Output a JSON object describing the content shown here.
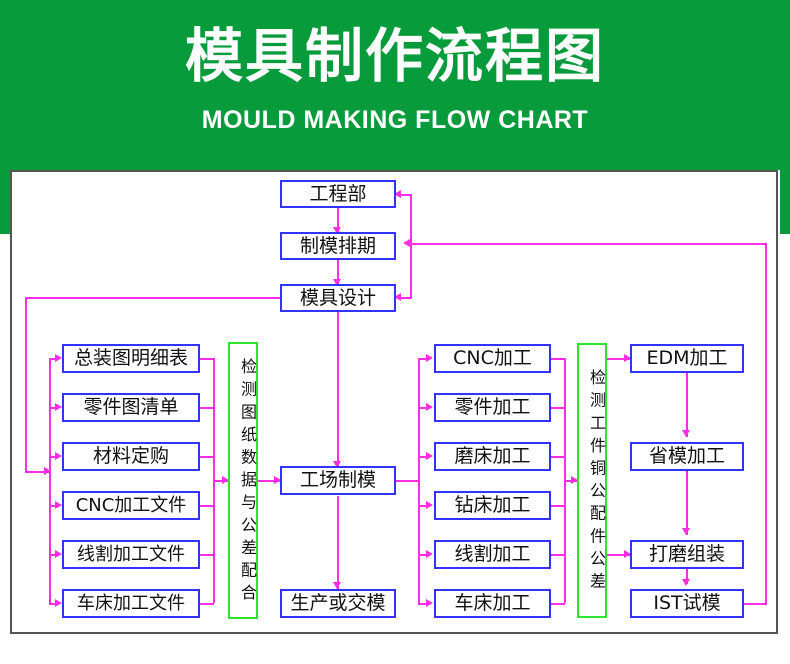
{
  "banner": {
    "title_cn": "模具制作流程图",
    "title_en": "MOULD MAKING FLOW CHART",
    "bg_color": "#089b3c",
    "text_color": "#ffffff"
  },
  "theme": {
    "node_border": "#3333ff",
    "vertical_node_border": "#2ee52e",
    "connector_color": "#ff2ee5",
    "frame_border": "#555555",
    "canvas": "#ffffff"
  },
  "chart_data": {
    "type": "diagram",
    "title": "模具制作流程图",
    "subtitle": "MOULD MAKING FLOW CHART",
    "nodes": [
      {
        "id": "n1",
        "label": "工程部",
        "col": "top",
        "row": 0
      },
      {
        "id": "n2",
        "label": "制模排期",
        "col": "top",
        "row": 1
      },
      {
        "id": "n3",
        "label": "模具设计",
        "col": "top",
        "row": 2
      },
      {
        "id": "l1",
        "label": "总装图明细表",
        "col": "left",
        "row": 0
      },
      {
        "id": "l2",
        "label": "零件图清单",
        "col": "left",
        "row": 1
      },
      {
        "id": "l3",
        "label": "材料定购",
        "col": "left",
        "row": 2
      },
      {
        "id": "l4",
        "label": "CNC加工文件",
        "col": "left",
        "row": 3
      },
      {
        "id": "l5",
        "label": "线割加工文件",
        "col": "left",
        "row": 4
      },
      {
        "id": "l6",
        "label": "车床加工文件",
        "col": "left",
        "row": 5
      },
      {
        "id": "g1",
        "label": "检测图纸数据与公差配合",
        "col": "gate-left",
        "row": 0
      },
      {
        "id": "m1",
        "label": "工场制模",
        "col": "middle",
        "row": 2
      },
      {
        "id": "m2",
        "label": "生产或交模",
        "col": "middle",
        "row": 5
      },
      {
        "id": "r1",
        "label": "CNC加工",
        "col": "mid-right",
        "row": 0
      },
      {
        "id": "r2",
        "label": "零件加工",
        "col": "mid-right",
        "row": 1
      },
      {
        "id": "r3",
        "label": "磨床加工",
        "col": "mid-right",
        "row": 2
      },
      {
        "id": "r4",
        "label": "钻床加工",
        "col": "mid-right",
        "row": 3
      },
      {
        "id": "r5",
        "label": "线割加工",
        "col": "mid-right",
        "row": 4
      },
      {
        "id": "r6",
        "label": "车床加工",
        "col": "mid-right",
        "row": 5
      },
      {
        "id": "g2",
        "label": "检测工件铜公配件公差",
        "col": "gate-right",
        "row": 0
      },
      {
        "id": "f1",
        "label": "EDM加工",
        "col": "right",
        "row": 0
      },
      {
        "id": "f2",
        "label": "省模加工",
        "col": "right",
        "row": 2
      },
      {
        "id": "f3",
        "label": "打磨组装",
        "col": "right",
        "row": 4
      },
      {
        "id": "f4",
        "label": "IST试模",
        "col": "right",
        "row": 5
      }
    ],
    "edges": [
      {
        "from": "n1",
        "to": "n2",
        "style": "straight-down"
      },
      {
        "from": "n2",
        "to": "n3",
        "style": "straight-down"
      },
      {
        "from": "n3",
        "to": "bus-left",
        "style": "feedback-left"
      },
      {
        "from": "bus-left",
        "to": "l1",
        "style": "branch"
      },
      {
        "from": "bus-left",
        "to": "l2",
        "style": "branch"
      },
      {
        "from": "bus-left",
        "to": "l3",
        "style": "branch"
      },
      {
        "from": "bus-left",
        "to": "l4",
        "style": "branch"
      },
      {
        "from": "bus-left",
        "to": "l5",
        "style": "branch"
      },
      {
        "from": "bus-left",
        "to": "l6",
        "style": "branch"
      },
      {
        "from": "l1",
        "to": "g1",
        "style": "merge"
      },
      {
        "from": "l2",
        "to": "g1",
        "style": "merge"
      },
      {
        "from": "l3",
        "to": "g1",
        "style": "merge"
      },
      {
        "from": "l4",
        "to": "g1",
        "style": "merge"
      },
      {
        "from": "l5",
        "to": "g1",
        "style": "merge"
      },
      {
        "from": "l6",
        "to": "g1",
        "style": "merge"
      },
      {
        "from": "g1",
        "to": "m1",
        "style": "straight-right"
      },
      {
        "from": "n3",
        "to": "m1",
        "style": "straight-down"
      },
      {
        "from": "m1",
        "to": "m2",
        "style": "straight-down"
      },
      {
        "from": "m1",
        "to": "r1",
        "style": "branch"
      },
      {
        "from": "m1",
        "to": "r2",
        "style": "branch"
      },
      {
        "from": "m1",
        "to": "r3",
        "style": "branch"
      },
      {
        "from": "m1",
        "to": "r4",
        "style": "branch"
      },
      {
        "from": "m1",
        "to": "r5",
        "style": "branch"
      },
      {
        "from": "m1",
        "to": "r6",
        "style": "branch"
      },
      {
        "from": "r1",
        "to": "g2",
        "style": "merge"
      },
      {
        "from": "r2",
        "to": "g2",
        "style": "merge"
      },
      {
        "from": "r3",
        "to": "g2",
        "style": "merge"
      },
      {
        "from": "r4",
        "to": "g2",
        "style": "merge"
      },
      {
        "from": "r5",
        "to": "g2",
        "style": "merge"
      },
      {
        "from": "r6",
        "to": "g2",
        "style": "merge"
      },
      {
        "from": "g2",
        "to": "f1",
        "style": "straight-right"
      },
      {
        "from": "g2",
        "to": "f3",
        "style": "straight-right"
      },
      {
        "from": "f1",
        "to": "f2",
        "style": "straight-down"
      },
      {
        "from": "f2",
        "to": "f3",
        "style": "straight-down"
      },
      {
        "from": "f3",
        "to": "f4",
        "style": "straight-down"
      },
      {
        "from": "f4",
        "to": "n2",
        "style": "feedback-right"
      },
      {
        "from": "feedback-right-bus",
        "to": "n1",
        "style": "feedback-up"
      },
      {
        "from": "feedback-right-bus",
        "to": "n3",
        "style": "feedback-down"
      }
    ]
  }
}
